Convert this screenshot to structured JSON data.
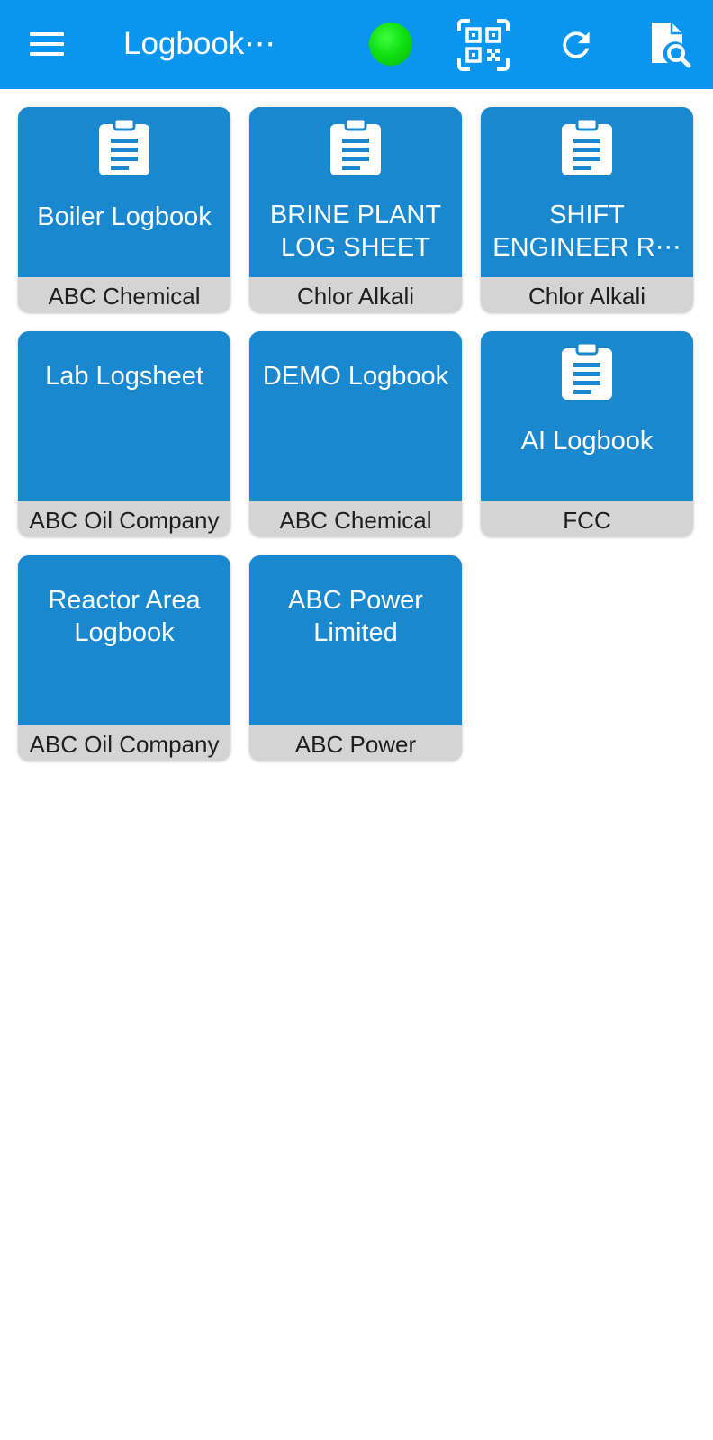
{
  "appbar": {
    "title": "Logbook⋯",
    "menu_icon": "hamburger-menu-icon",
    "status_color": "#19d919",
    "actions": [
      {
        "name": "qr-scan-button",
        "icon": "qr-code-scan-icon"
      },
      {
        "name": "refresh-button",
        "icon": "refresh-icon"
      },
      {
        "name": "document-search-button",
        "icon": "document-search-icon"
      }
    ]
  },
  "colors": {
    "appbar": "#0a96ee",
    "tile": "#1a88cf",
    "tile_footer": "#d4d4d4"
  },
  "tiles": [
    {
      "name": "Boiler Logbook",
      "company": "ABC Chemical",
      "icon": "clipboard-icon"
    },
    {
      "name": "BRINE PLANT LOG SHEET",
      "company": "Chlor Alkali",
      "icon": "clipboard-icon"
    },
    {
      "name": "SHIFT ENGINEER R⋯",
      "company": "Chlor Alkali",
      "icon": "clipboard-icon"
    },
    {
      "name": "Lab Logsheet",
      "company": "ABC Oil Company",
      "icon": ""
    },
    {
      "name": "DEMO Logbook",
      "company": "ABC Chemical",
      "icon": ""
    },
    {
      "name": "AI Logbook",
      "company": "FCC",
      "icon": "clipboard-icon"
    },
    {
      "name": "Reactor Area Logbook",
      "company": "ABC Oil Company",
      "icon": ""
    },
    {
      "name": "ABC Power Limited",
      "company": "ABC Power",
      "icon": ""
    }
  ]
}
